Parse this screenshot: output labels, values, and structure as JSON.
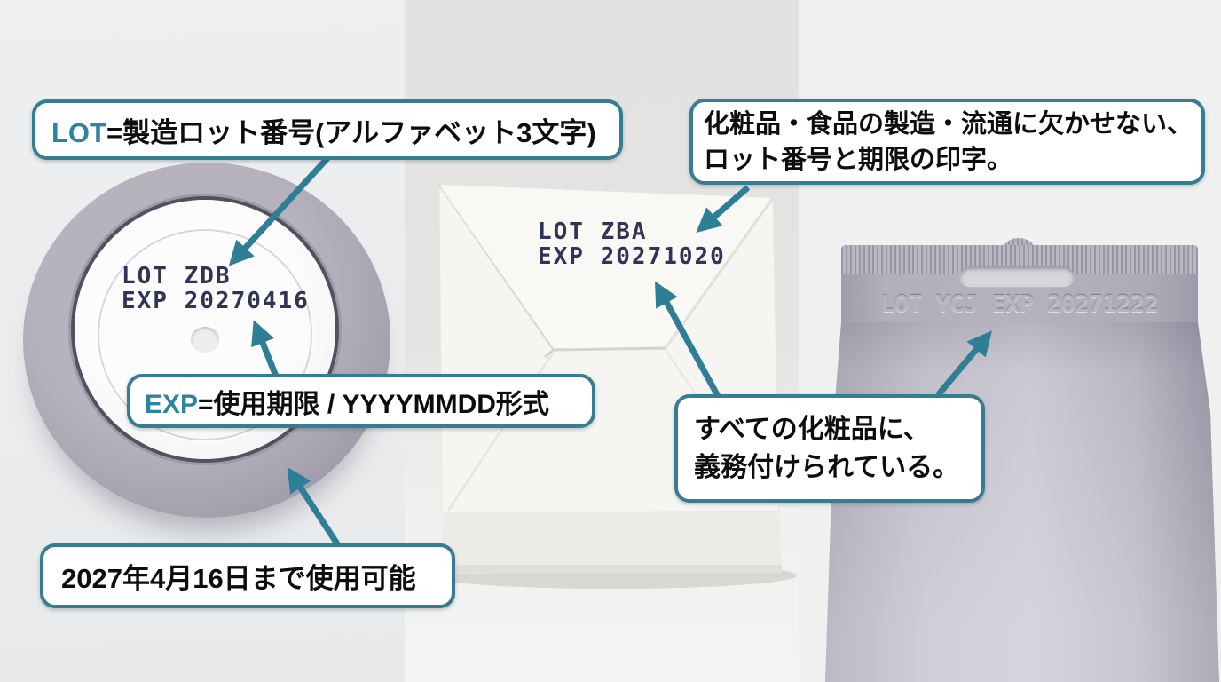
{
  "colors": {
    "accent_teal": "#2e7e96",
    "callout_border_teal": "#377d92",
    "term_teal": "#2d84a0",
    "print_navy": "#323457",
    "tube_emboss_gray": "#b7b4c1"
  },
  "callouts": {
    "lot_definition": {
      "term": "LOT",
      "definition": "=製造ロット番号(アルファベット3文字)"
    },
    "print_intro": {
      "line1": "化粧品・食品の製造・流通に欠かせない、",
      "line2": "ロット番号と期限の印字。"
    },
    "exp_definition": {
      "term": "EXP",
      "definition": "=使用期限 / YYYYMMDD形式"
    },
    "mandatory_note": {
      "line1": "すべての化粧品に、",
      "line2": "義務付けられている。"
    },
    "usable_until_note": {
      "text": "2027年4月16日まで使用可能"
    }
  },
  "products": {
    "jar_bottom": {
      "lot": "LOT ZDB",
      "exp": "EXP 20270416"
    },
    "carton_top": {
      "lot": "LOT ZBA",
      "exp": "EXP 20271020"
    },
    "tube_crimp": {
      "print": "LOT YCJ EXP 20271222"
    }
  }
}
